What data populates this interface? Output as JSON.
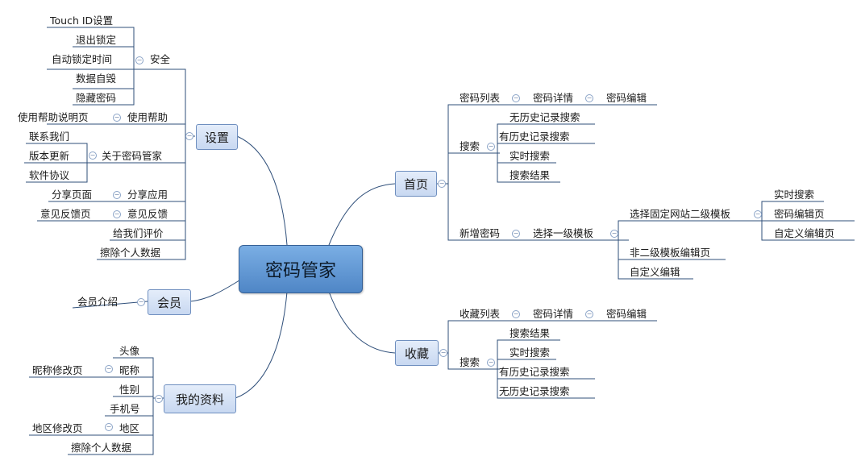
{
  "root": {
    "label": "密码管家"
  },
  "main_topics": {
    "settings": "设置",
    "home": "首页",
    "member": "会员",
    "favorites": "收藏",
    "profile": "我的资料"
  },
  "settings": {
    "security": {
      "label": "安全",
      "items": [
        "Touch ID设置",
        "退出锁定",
        "自动锁定时间",
        "数据自毁",
        "隐藏密码"
      ]
    },
    "help": {
      "label": "使用帮助",
      "child": "使用帮助说明页"
    },
    "about": {
      "label": "关于密码管家",
      "items": [
        "联系我们",
        "版本更新",
        "软件协议"
      ]
    },
    "share": {
      "label": "分享应用",
      "child": "分享页面"
    },
    "feedback": {
      "label": "意见反馈",
      "child": "意见反馈页"
    },
    "rate": "给我们评价",
    "erase": "擦除个人数据"
  },
  "member": {
    "child": "会员介绍"
  },
  "profile": {
    "avatar": "头像",
    "nickname": {
      "label": "昵称",
      "child": "昵称修改页"
    },
    "gender": "性别",
    "phone": "手机号",
    "region": {
      "label": "地区",
      "child": "地区修改页"
    },
    "erase": "擦除个人数据"
  },
  "home": {
    "list": {
      "label": "密码列表",
      "detail": "密码详情",
      "edit": "密码编辑"
    },
    "search": {
      "label": "搜索",
      "items": [
        "无历史记录搜索",
        "有历史记录搜索",
        "实时搜索",
        "搜索结果"
      ]
    },
    "add": {
      "label": "新增密码",
      "template": "选择一级模板",
      "fixed": {
        "label": "选择固定网站二级模板",
        "items": [
          "实时搜索",
          "密码编辑页",
          "自定义编辑页"
        ]
      },
      "non_secondary": "非二级模板编辑页",
      "custom": "自定义编辑"
    }
  },
  "favorites": {
    "list": {
      "label": "收藏列表",
      "detail": "密码详情",
      "edit": "密码编辑"
    },
    "search": {
      "label": "搜索",
      "items": [
        "搜索结果",
        "实时搜索",
        "有历史记录搜索",
        "无历史记录搜索"
      ]
    }
  },
  "colors": {
    "line": "#2f4f7a",
    "root_fill": "#5b95d4",
    "main_fill": "#d6e3f6",
    "main_border": "#6f8fbf"
  }
}
